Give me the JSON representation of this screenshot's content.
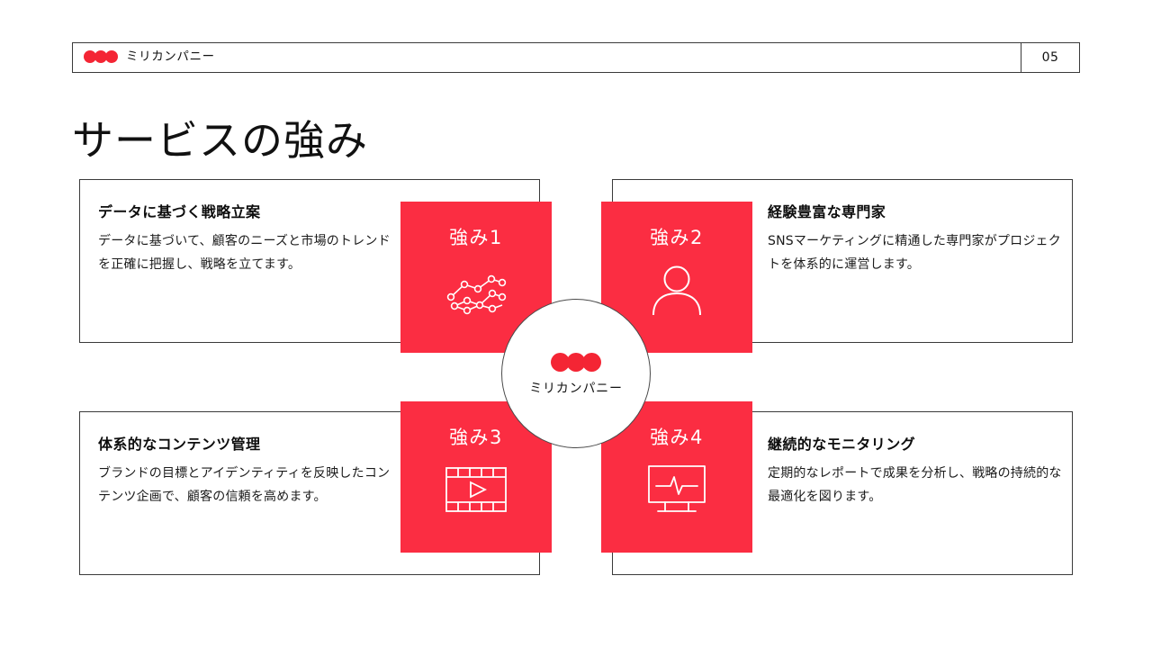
{
  "header": {
    "brand_name": "ミリカンパニー",
    "logo_icon": "three-dots-logo",
    "page_number": "05"
  },
  "slide": {
    "title": "サービスの強み"
  },
  "center_badge": {
    "logo_icon": "three-dots-logo",
    "brand_name": "ミリカンパニー"
  },
  "theme": {
    "accent_red": "#FB2D42",
    "border": "#3a3a3a",
    "background": "#ffffff",
    "text": "#111111"
  },
  "items": [
    {
      "card_label": "強み1",
      "icon": "network-line-chart-icon",
      "title": "データに基づく戦略立案",
      "desc": "データに基づいて、顧客のニーズと市場のトレンドを正確に把握し、戦略を立てます。"
    },
    {
      "card_label": "強み2",
      "icon": "person-icon",
      "title": "経験豊富な専門家",
      "desc": "SNSマーケティングに精通した専門家がプロジェクトを体系的に運営します。"
    },
    {
      "card_label": "強み3",
      "icon": "film-strip-play-icon",
      "title": "体系的なコンテンツ管理",
      "desc": "ブランドの目標とアイデンティティを反映したコンテンツ企画で、顧客の信頼を高めます。"
    },
    {
      "card_label": "強み4",
      "icon": "monitor-pulse-icon",
      "title": "継続的なモニタリング",
      "desc": "定期的なレポートで成果を分析し、戦略の持続的な最適化を図ります。"
    }
  ]
}
